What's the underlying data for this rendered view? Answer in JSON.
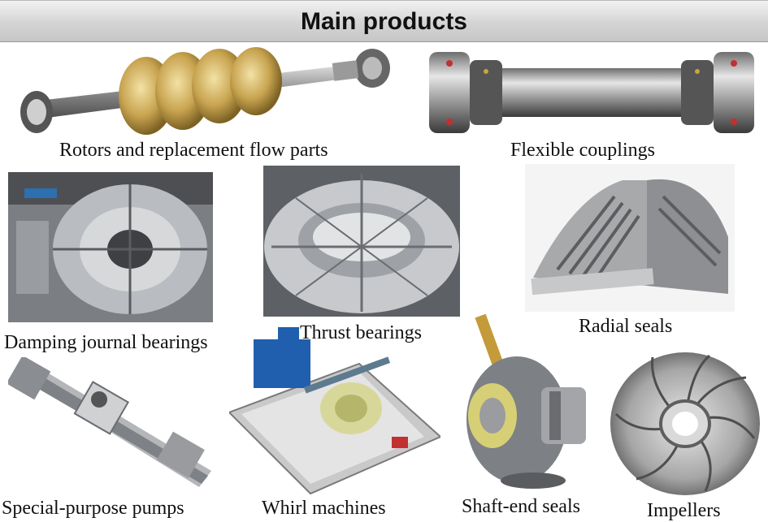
{
  "header": {
    "title": "Main products"
  },
  "products": [
    {
      "label": "Rotors and replacement flow parts"
    },
    {
      "label": "Flexible couplings"
    },
    {
      "label": "Damping journal bearings"
    },
    {
      "label": "Thrust bearings"
    },
    {
      "label": "Radial seals"
    },
    {
      "label": "Special-purpose pumps"
    },
    {
      "label": "Whirl machines"
    },
    {
      "label": "Shaft-end seals"
    },
    {
      "label": "Impellers"
    }
  ]
}
